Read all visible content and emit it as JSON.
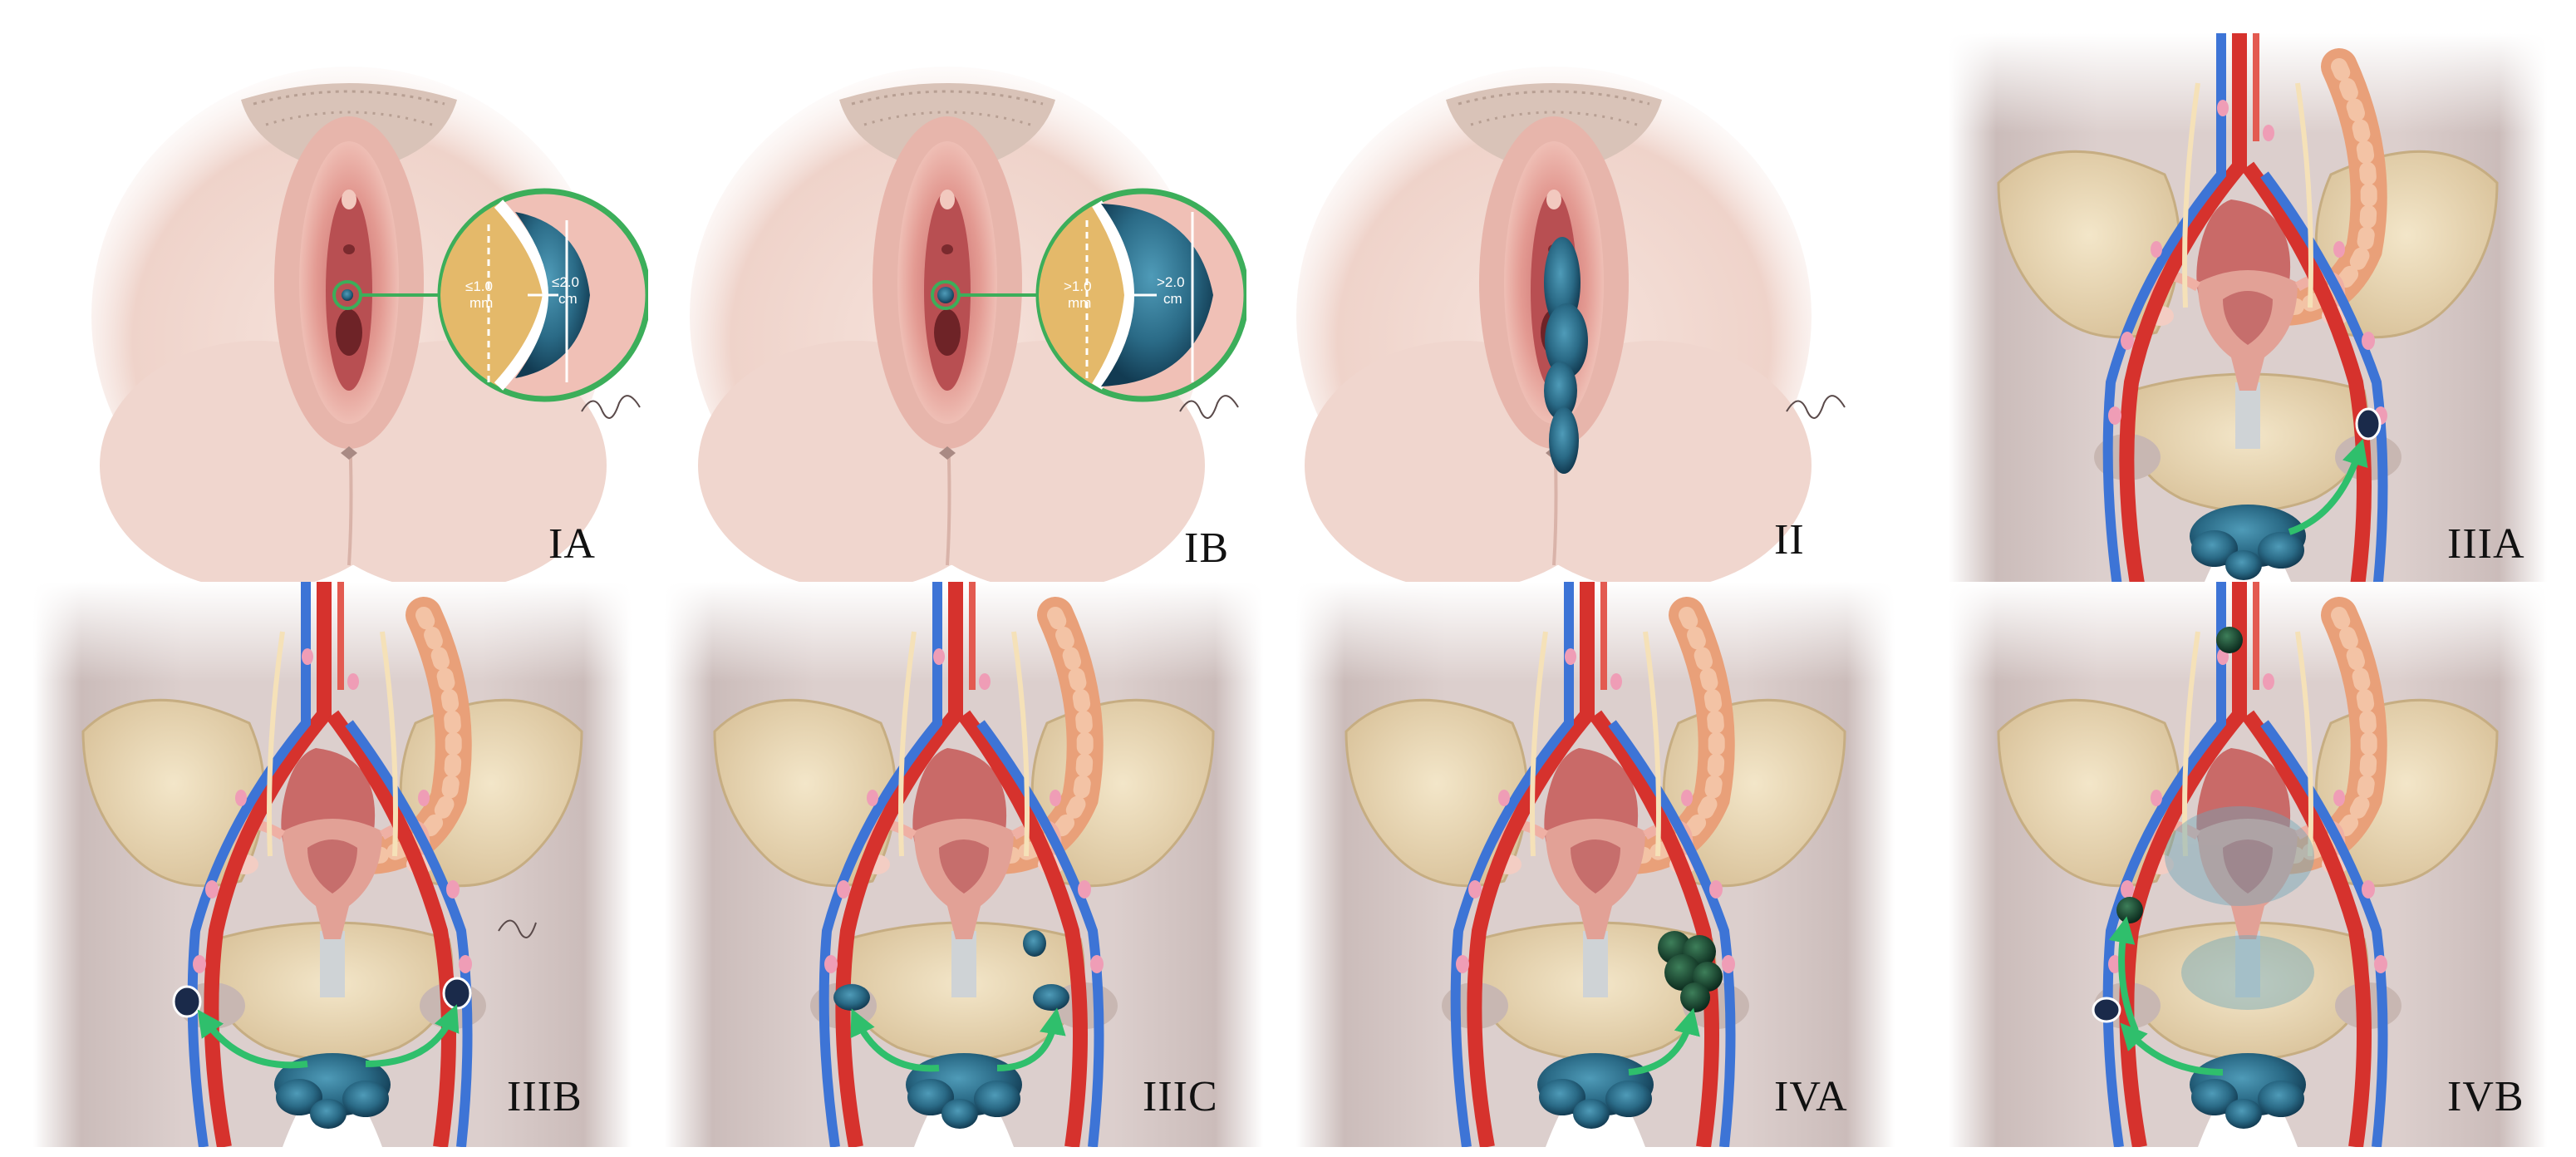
{
  "stage_labels": [
    "IA",
    "IB",
    "II",
    "IIIA",
    "IIIB",
    "IIIC",
    "IVA",
    "IVB"
  ],
  "inset_IA": {
    "depth_value": "≤1.0",
    "depth_unit": "mm",
    "size_value": "≤2.0",
    "size_unit": "cm"
  },
  "inset_IB": {
    "depth_value": ">1.0",
    "depth_unit": "mm",
    "size_value": ">2.0",
    "size_unit": "cm"
  },
  "colors": {
    "skin": "#f1d9d2",
    "tumor": "#2d6b86",
    "inset_ring": "#3cae5a",
    "artery": "#d6322d",
    "vein": "#3d74d6",
    "bone": "#ead9b8",
    "arrow": "#2fbf6c"
  }
}
